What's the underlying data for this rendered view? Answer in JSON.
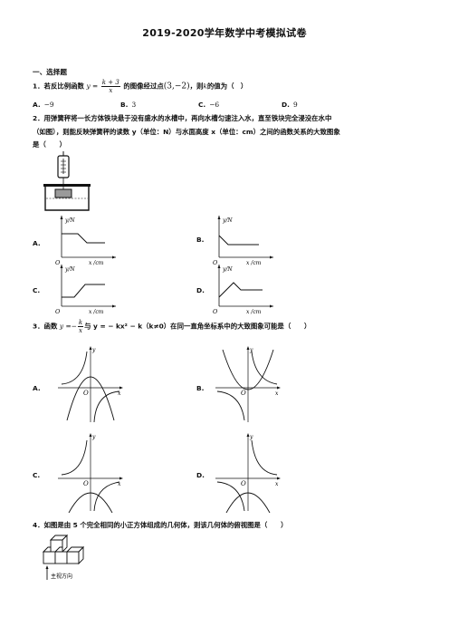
{
  "title": "2019-2020学年数学中考模拟试卷",
  "section": "一、选择题",
  "q1": {
    "num": "1．",
    "pre": "若反比例函数",
    "y_eq": "y =",
    "frac_num": "k + 3",
    "frac_den": "x",
    "mid": "的图像经过点",
    "point": "(3,−2)",
    "post": "，则",
    "k": "k",
    "end": "的值为（　）",
    "options": [
      {
        "label": "A.",
        "value": "−9"
      },
      {
        "label": "B.",
        "value": "3"
      },
      {
        "label": "C.",
        "value": "−6"
      },
      {
        "label": "D.",
        "value": "9"
      }
    ]
  },
  "q2": {
    "line1": "2．用弹簧秤将一长方体铁块悬于没有盛水的水槽中，再向水槽匀速注入水，直至铁块完全浸没在水中",
    "line2": "（如图），则能反映弹簧秤的读数 y（单位：N）与水面高度 x（单位：cm）之间的函数关系的大致图象",
    "line3": "是（　　）",
    "ylabel": "y/N",
    "xlabel": "x /cm",
    "origin": "O",
    "options": [
      "A.",
      "B.",
      "C.",
      "D."
    ]
  },
  "q3": {
    "num": "3．",
    "pre": "函数",
    "y_eq": "y =",
    "minus": "−",
    "frac_num": "k",
    "frac_den": "x",
    "post": "与 y = − kx² − k（k≠0）在同一直角坐标系中的大致图象可能是（　　）",
    "axis_x": "x",
    "axis_y": "y",
    "origin": "O",
    "options": [
      "A.",
      "B.",
      "C.",
      "D."
    ]
  },
  "q4": {
    "text": "4．如图是由 5 个完全相同的小正方体组成的几何体，则该几何体的俯视图是（　　）",
    "view_label": "主视方向"
  }
}
